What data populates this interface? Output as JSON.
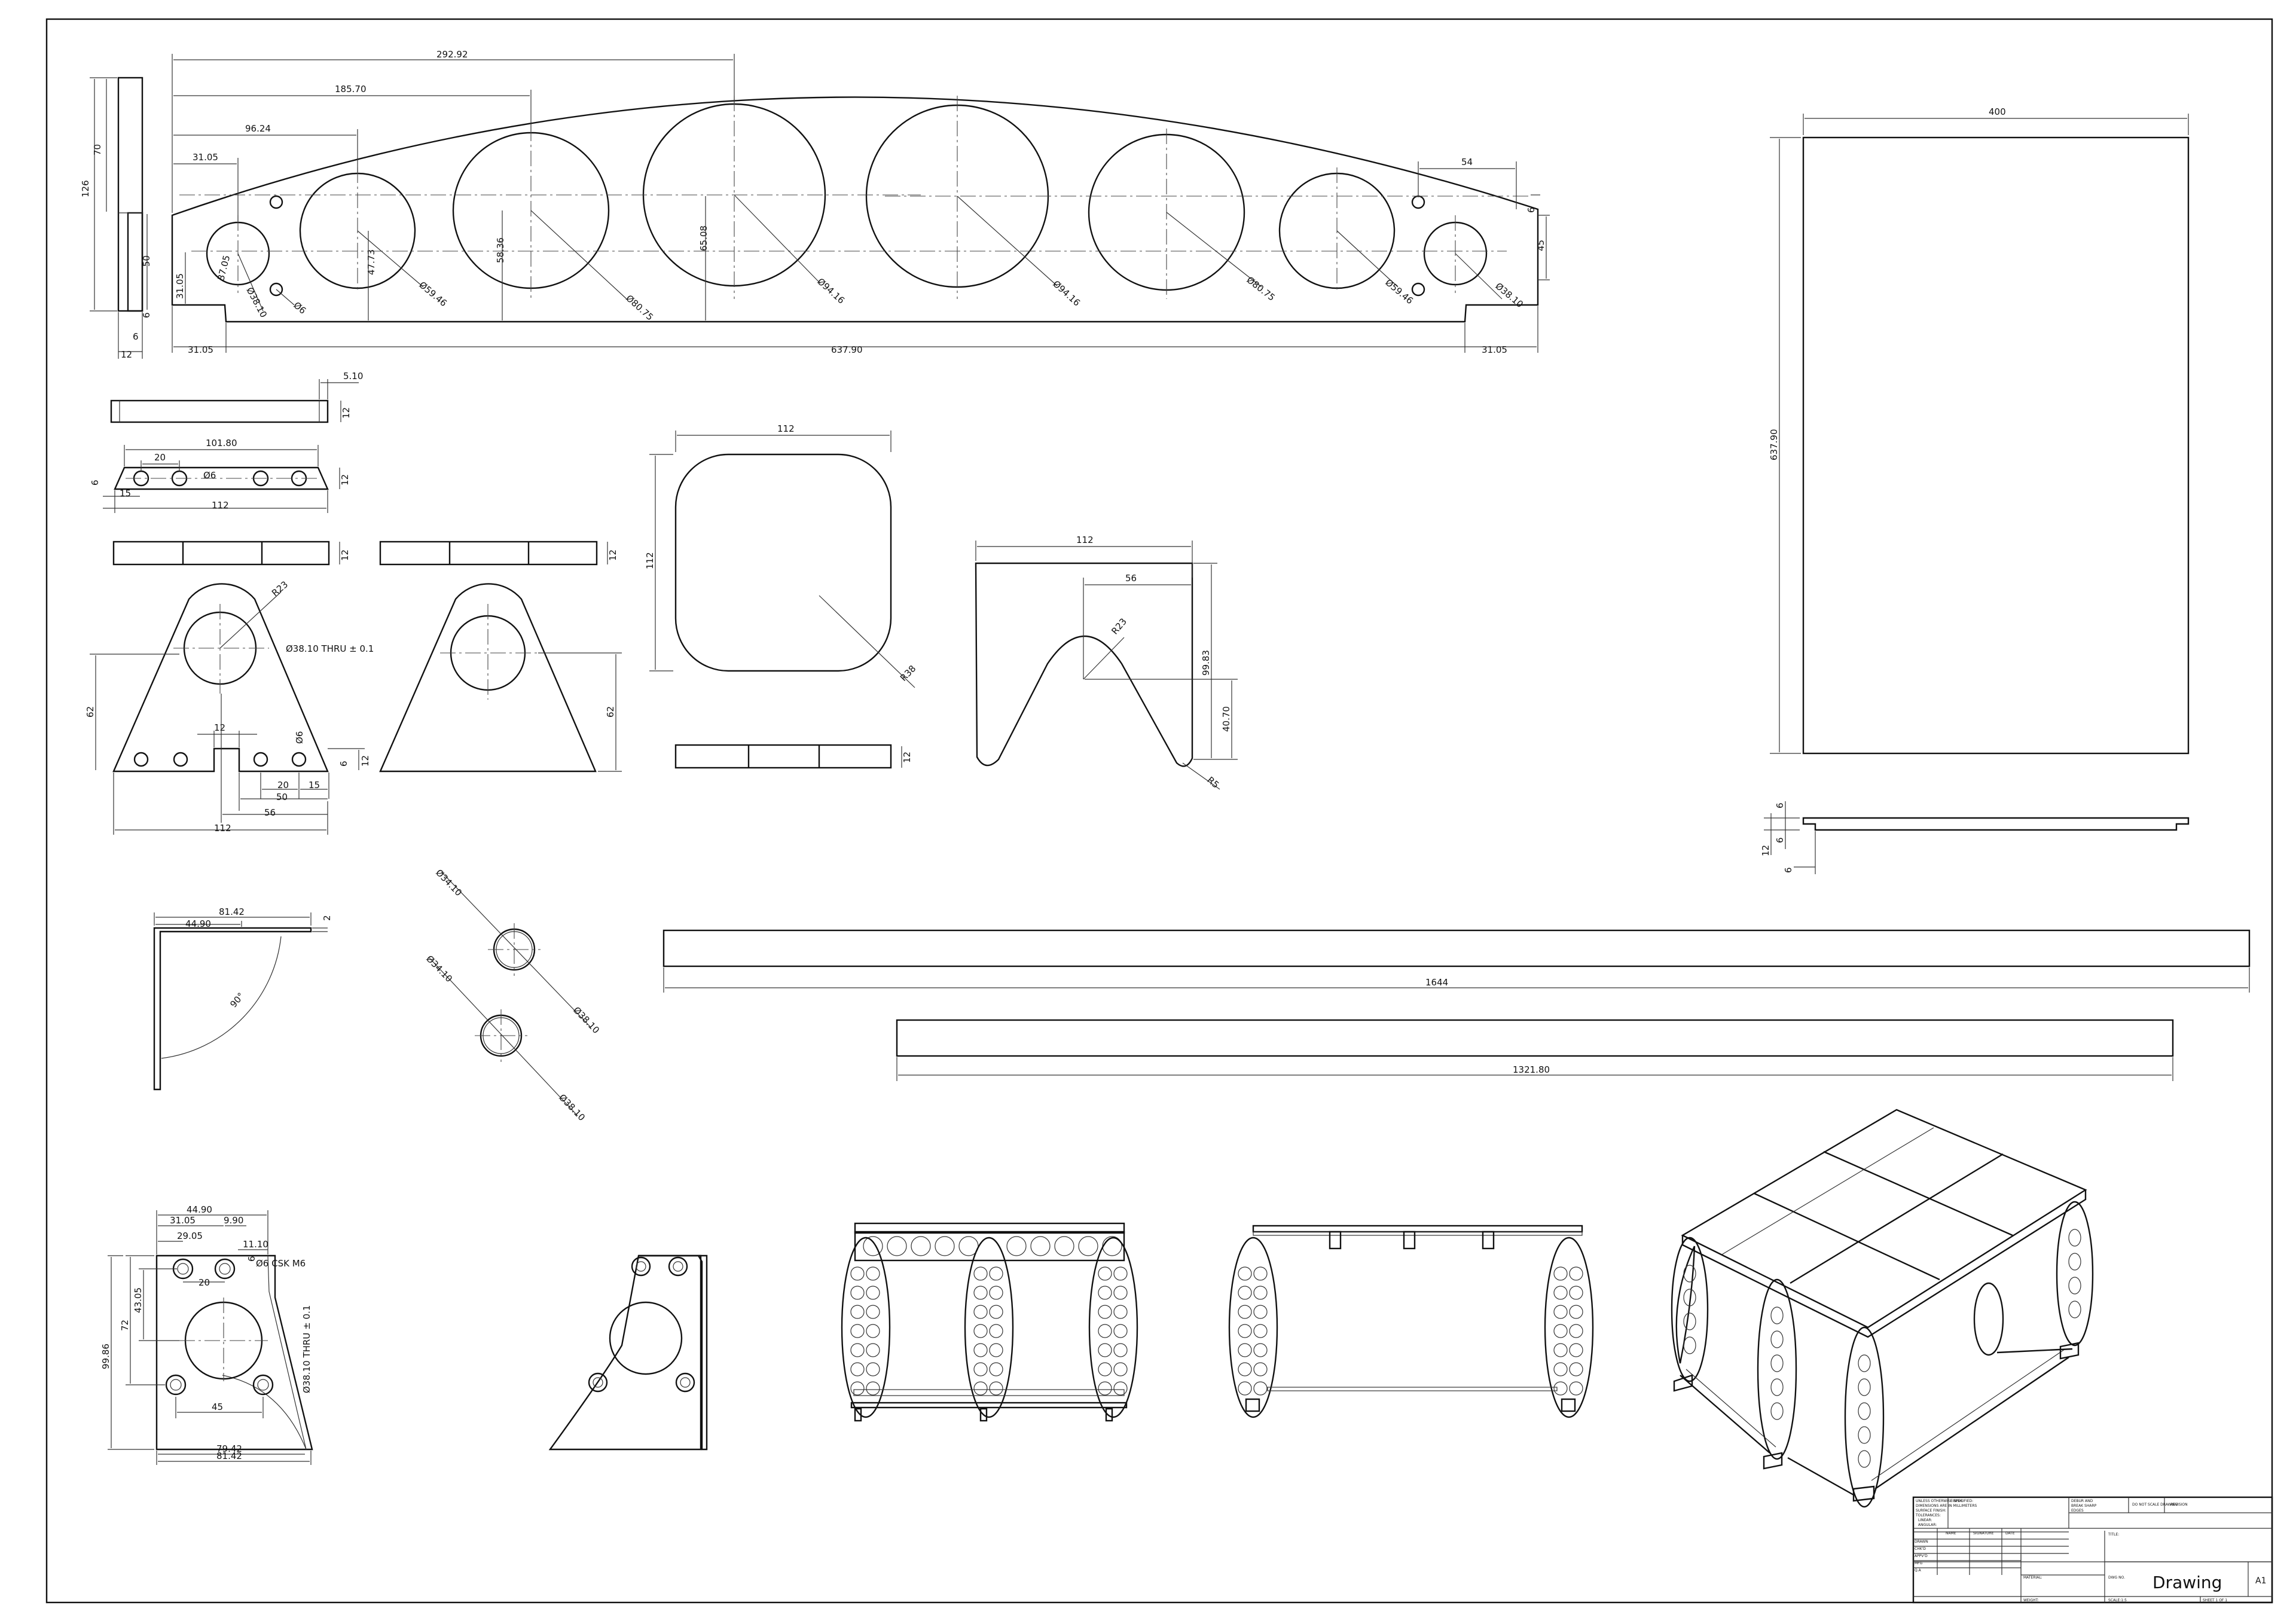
{
  "title_block": {
    "notes": [
      "UNLESS OTHERWISE SPECIFIED:",
      "DIMENSIONS ARE IN MILLIMETERS",
      "SURFACE FINISH:",
      "TOLERANCES:",
      "LINEAR:",
      "ANGULAR:"
    ],
    "finish": "FINISH:",
    "deburr": [
      "DEBUR AND",
      "BREAK SHARP",
      "EDGES"
    ],
    "do_not_scale": "DO NOT SCALE DRAWING",
    "revision": "REVISION",
    "col_name": "NAME",
    "col_signature": "SIGNATURE",
    "col_date": "DATE",
    "rows": [
      "DRAWN",
      "CHK'D",
      "APPV'D",
      "MFG",
      "Q.A"
    ],
    "title_label": "TITLE:",
    "material": "MATERIAL:",
    "dwg_no": "DWG NO.",
    "weight": "WEIGHT:",
    "scale": "SCALE:1:5",
    "sheet": "SHEET 1 OF 1",
    "drawing_name": "Drawing",
    "size": "A1"
  },
  "dims": {
    "d292_92": "292.92",
    "d185_70": "185.70",
    "d96_24": "96.24",
    "d31_05": "31.05",
    "d54": "54",
    "d6": "6",
    "d45": "45",
    "d126": "126",
    "d70": "70",
    "d50": "50",
    "d12": "12",
    "d637_90": "637.90",
    "d37_05": "37.05",
    "d47_73": "47.73",
    "d58_36": "58.36",
    "d65_08": "65.08",
    "dia38_10": "Ø38.10",
    "dia59_46": "Ø59.46",
    "dia80_75": "Ø80.75",
    "dia94_16": "Ø94.16",
    "d400": "400",
    "d5_10": "5.10",
    "d101_80": "101.80",
    "d20": "20",
    "d15": "15",
    "d112": "112",
    "dia6": "Ø6",
    "R23": "R23",
    "dia38_thru": "Ø38.10 THRU ± 0.1",
    "d62": "62",
    "d56": "56",
    "R38": "R38",
    "d99_83": "99.83",
    "d40_70": "40.70",
    "R5": "R5",
    "d81_42": "81.42",
    "d44_90": "44.90",
    "d2": "2",
    "d90": "90°",
    "dia34_10": "Ø34.10",
    "d1644": "1644",
    "d1321_80": "1321.80",
    "d9_90": "9.90",
    "d29_05": "29.05",
    "d11_10": "11.10",
    "csk": "Ø6 CSK M6",
    "d43_05": "43.05",
    "d72": "72",
    "d99_86": "99.86",
    "d79_42": "79.42"
  }
}
